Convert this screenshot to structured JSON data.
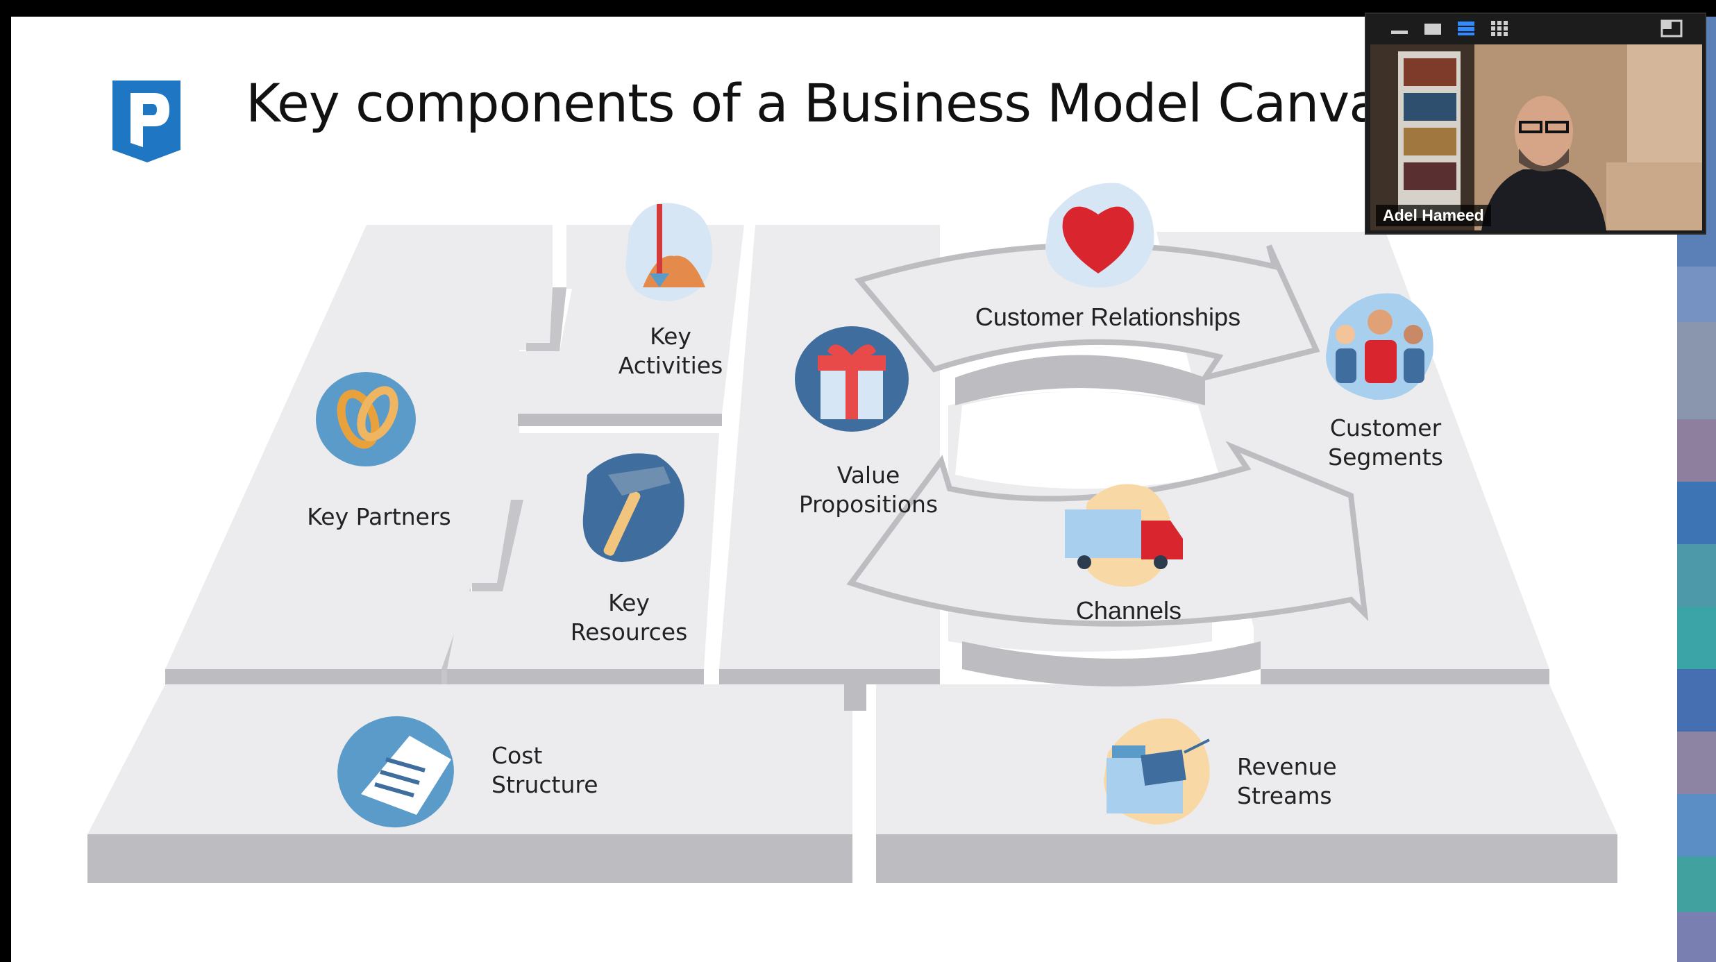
{
  "slide": {
    "title": "Key components of a Business Model Canvas",
    "blocks": {
      "key_partners": "Key Partners",
      "key_activities": [
        "Key",
        "Activities"
      ],
      "key_resources": [
        "Key",
        "Resources"
      ],
      "value_propositions": [
        "Value",
        "Propositions"
      ],
      "customer_relationships": "Customer Relationships",
      "channels": "Channels",
      "customer_segments": [
        "Customer",
        "Segments"
      ],
      "cost_structure": [
        "Cost",
        "Structure"
      ],
      "revenue_streams": [
        "Revenue",
        "Streams"
      ]
    },
    "icons": {
      "logo": "p-logo-icon",
      "key_partners": "interlocked-rings-icon",
      "key_activities": "shovel-sand-icon",
      "key_resources": "hammer-icon",
      "value_propositions": "gift-box-icon",
      "customer_relationships": "heart-icon",
      "channels": "delivery-truck-icon",
      "customer_segments": "people-group-icon",
      "cost_structure": "receipt-icon",
      "revenue_streams": "cash-register-icon"
    },
    "colors": {
      "logo_blue": "#1f76c2",
      "platform_top": "#ececee",
      "platform_side": "#bdbdc1",
      "icon_blue": "#3f6d9e",
      "icon_light": "#bcd8ee"
    }
  },
  "video": {
    "participant_name": "Adel Hameed",
    "toolbar": [
      "minimize-icon",
      "single-view-icon",
      "speaker-view-icon",
      "gallery-view-icon",
      "pop-out-icon"
    ]
  }
}
